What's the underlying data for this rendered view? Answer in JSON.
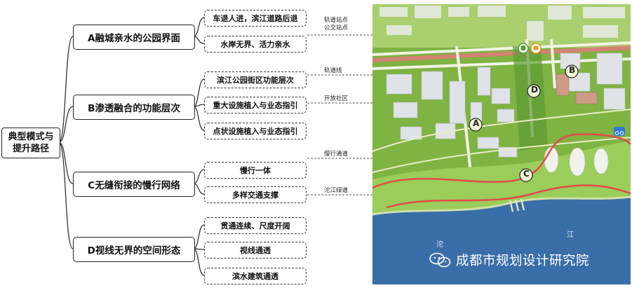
{
  "root": {
    "label": "典型模式与\n提升路径"
  },
  "categories": [
    {
      "label": "A融城亲水的公园界面",
      "items": [
        "车退人进，滨江道路后退",
        "水岸无界、活力亲水"
      ]
    },
    {
      "label": "B渗透融合的功能层次",
      "items": [
        "滨江公园街区功能层次",
        "重大设施植入与业态指引",
        "点状设施植入与业态指引"
      ]
    },
    {
      "label": "C无缝衔接的慢行网络",
      "items": [
        "慢行一体",
        "多样交通支撑"
      ]
    },
    {
      "label": "D视线无界的空间形态",
      "items": [
        "贯通连续、尺度开阔",
        "视线通透",
        "滨水建筑通透"
      ]
    }
  ],
  "map": {
    "annotations": [
      "轨道站点\n公交站点",
      "轨道线",
      "开放社区",
      "慢行通道",
      "沱江绿道"
    ],
    "markers": [
      "A",
      "B",
      "C",
      "D"
    ],
    "river_chars": [
      "沱",
      "江"
    ],
    "watermark": "成都市规划设计研究院",
    "icons": [
      "train-station-icon",
      "bus-station-icon",
      "bicycle-icon",
      "wechat-icon"
    ]
  },
  "colors": {
    "accent_red": "#e23a3a",
    "park_green": "#8cc34a",
    "river_blue": "#3a6ea8"
  }
}
